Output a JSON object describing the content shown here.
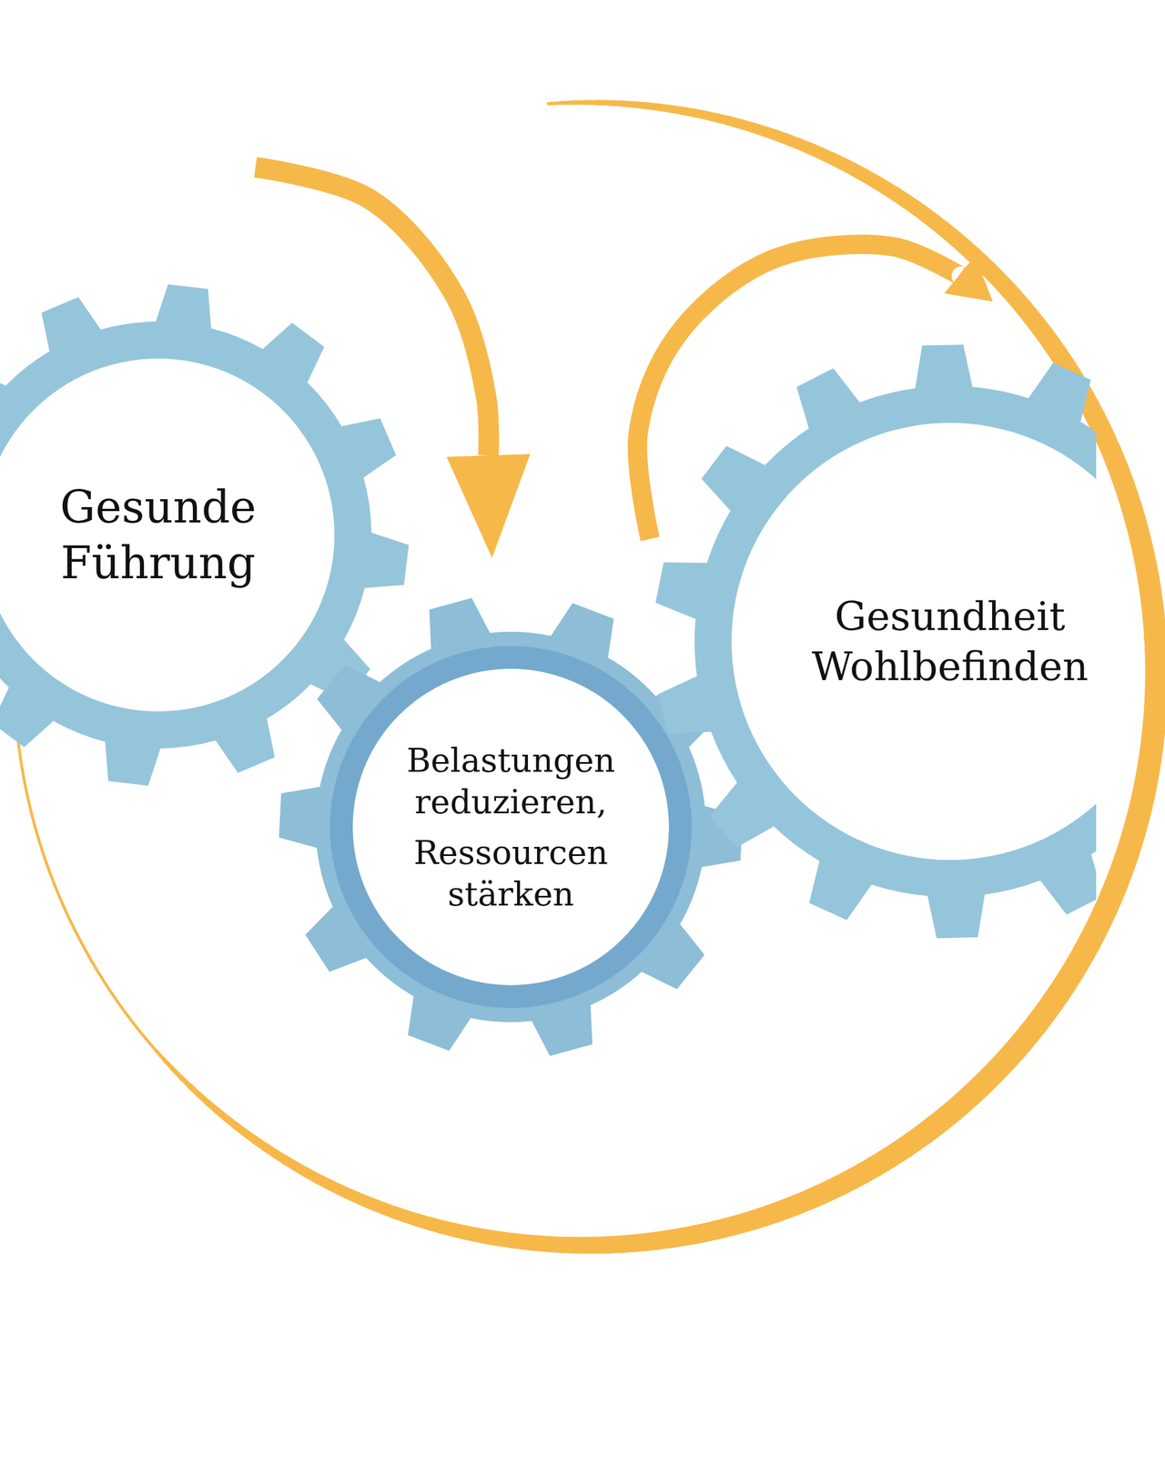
{
  "diagram": {
    "nodes": [
      {
        "text": [
          "Gesunde Führung"
        ]
      },
      {
        "text": [
          "Belastungen reduzieren,",
          "Ressourcen stärken"
        ]
      },
      {
        "text": [
          "Gesundheit Wohlbefinden"
        ]
      }
    ],
    "edges": [
      {
        "from": 0,
        "to": 1,
        "arrow": "to"
      },
      {
        "from": 1,
        "to": 2,
        "arrow": "to"
      }
    ]
  }
}
